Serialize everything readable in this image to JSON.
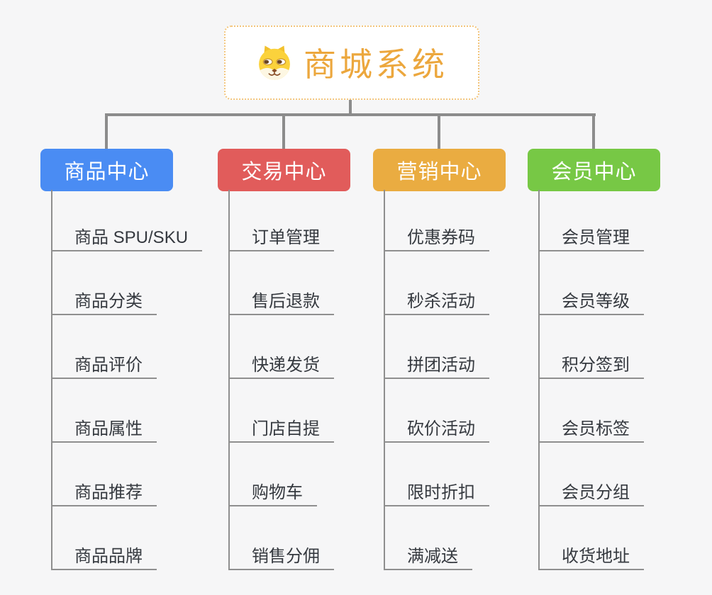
{
  "page": {
    "background_color": "#f6f6f7",
    "connector_color": "#8c8c8c",
    "item_line_color": "#8f8f8f",
    "item_text_color": "#35393f"
  },
  "root": {
    "title": "商城系统",
    "icon": "doge-icon",
    "text_color": "#eca73d",
    "border_color": "#f3c57c",
    "background": "#ffffff"
  },
  "branches": [
    {
      "id": "product-center",
      "label": "商品中心",
      "color": "#4a8cf3",
      "items": [
        "商品 SPU/SKU",
        "商品分类",
        "商品评价",
        "商品属性",
        "商品推荐",
        "商品品牌"
      ]
    },
    {
      "id": "trade-center",
      "label": "交易中心",
      "color": "#e15c5b",
      "items": [
        "订单管理",
        "售后退款",
        "快递发货",
        "门店自提",
        "购物车",
        "销售分佣"
      ]
    },
    {
      "id": "marketing-center",
      "label": "营销中心",
      "color": "#eaac41",
      "items": [
        "优惠券码",
        "秒杀活动",
        "拼团活动",
        "砍价活动",
        "限时折扣",
        "满减送"
      ]
    },
    {
      "id": "member-center",
      "label": "会员中心",
      "color": "#77c845",
      "items": [
        "会员管理",
        "会员等级",
        "积分签到",
        "会员标签",
        "会员分组",
        "收货地址"
      ]
    }
  ]
}
